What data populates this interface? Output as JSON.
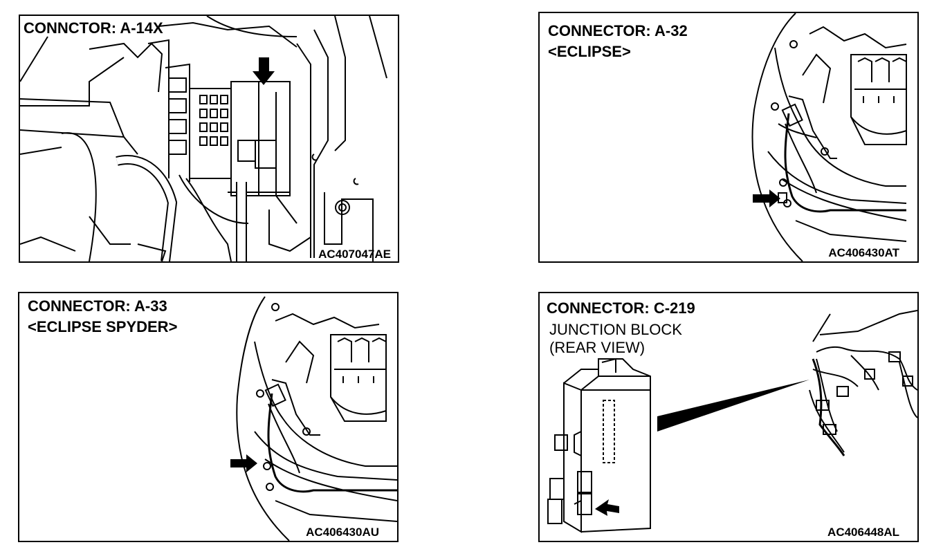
{
  "panels": [
    {
      "title": "CONNCTOR: A-14X",
      "subtitle": "",
      "code": "AC407047AE"
    },
    {
      "title": "CONNECTOR: A-32",
      "subtitle": "<ECLIPSE>",
      "code": "AC406430AT"
    },
    {
      "title": "CONNECTOR: A-33",
      "subtitle": "<ECLIPSE SPYDER>",
      "code": "AC406430AU"
    },
    {
      "title": "CONNECTOR: C-219",
      "subtitle_lines": [
        "JUNCTION BLOCK",
        "(REAR VIEW)"
      ],
      "code": "AC406448AL"
    }
  ]
}
